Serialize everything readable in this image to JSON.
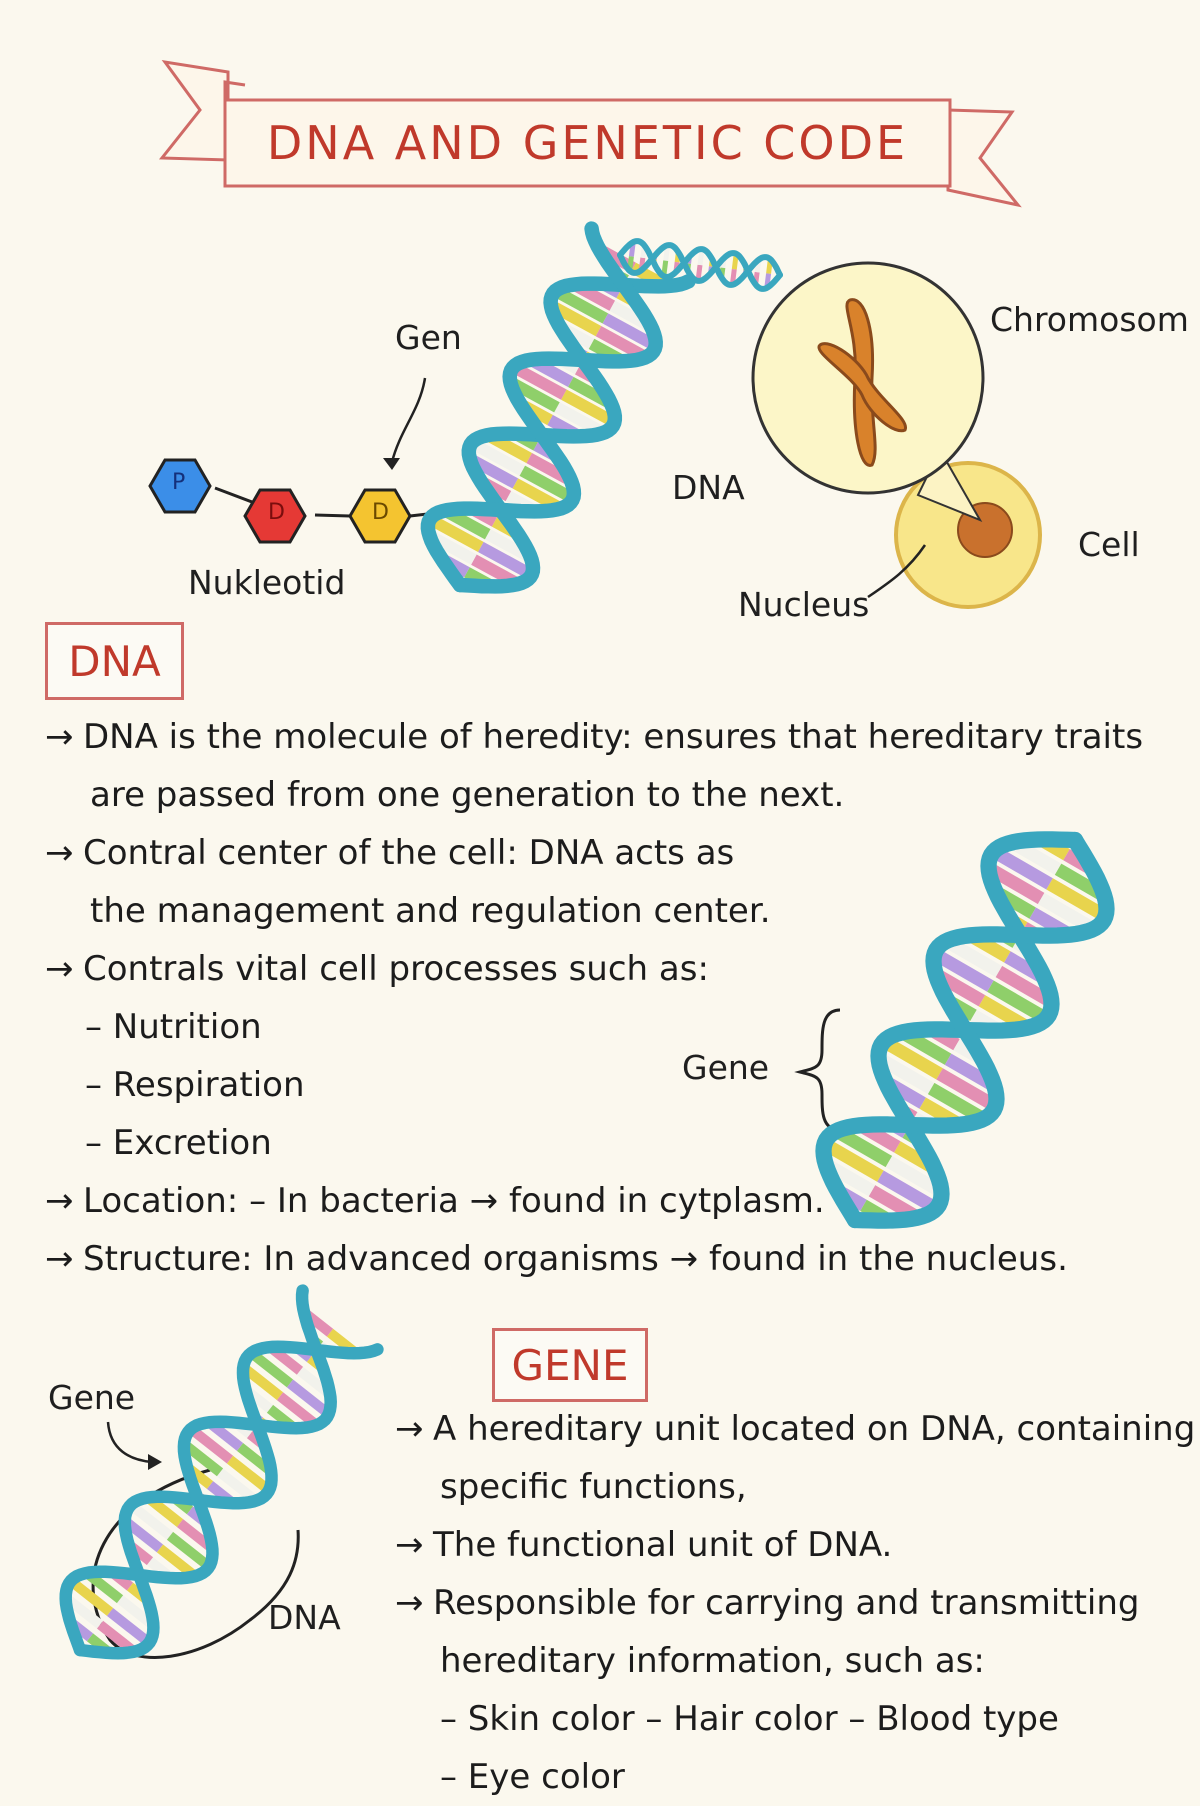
{
  "title": "DNA AND GENETIC CODE",
  "diagram": {
    "gen_label": "Gen",
    "dna_label": "DNA",
    "chromosome_label": "Chromosom",
    "cell_label": "Cell",
    "nucleus_label": "Nucleus",
    "nucleotide_label": "Nukleotid",
    "hex_p": "P",
    "hex_d1": "D",
    "hex_d2": "D"
  },
  "dna_section": {
    "heading": "DNA",
    "gene_label": "Gene",
    "arrow": "→",
    "rows": {
      "r1": "DNA is the molecule of heredity: ensures that hereditary traits",
      "r1b": "are passed from one generation to the next.",
      "r2": "Contral center of the cell: DNA acts as",
      "r2b": "the management and regulation center.",
      "r3": "Contrals vital cell processes such as:",
      "s1": "– Nutrition",
      "s2": "– Respiration",
      "s3": "– Excretion",
      "r4": "Location: – In bacteria → found in cytplasm.",
      "r5": "Structure:  In advanced organisms → found in the nucleus."
    }
  },
  "gene_section": {
    "heading": "GENE",
    "gene_label": "Gene",
    "dna_label": "DNA",
    "arrow": "→",
    "rows": {
      "g1": "A hereditary unit located on DNA, containing",
      "g1b": "specific functions,",
      "g2": "The functional unit of DNA.",
      "g3": "Responsible for carrying and transmitting",
      "g3b": "hereditary information, such as:",
      "g4": "– Skin color  – Hair color  – Blood type",
      "g5": "– Eye color"
    }
  },
  "colors": {
    "title_red": "#c0392b",
    "box_border": "#cf6a66",
    "helix_blue": "#3aa7bf",
    "rung_colors": [
      "#e8d44d",
      "#8fcf6a",
      "#e38fb3",
      "#b69ae0",
      "#f2f2ec"
    ],
    "hex_blue": "#3b8ee8",
    "hex_red": "#e53935",
    "hex_yellow": "#f4c430",
    "chromosome": "#d9822b",
    "nucleus": "#c9712d",
    "cell_fill": "#f8e68a"
  }
}
